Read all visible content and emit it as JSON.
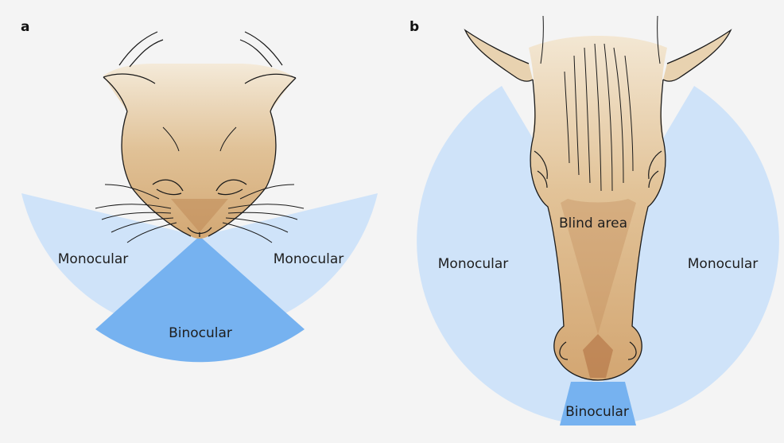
{
  "panel_a": {
    "letter": "a",
    "monocular_left": "Monocular",
    "monocular_right": "Monocular",
    "binocular": "Binocular"
  },
  "panel_b": {
    "letter": "b",
    "monocular_left": "Monocular",
    "monocular_right": "Monocular",
    "binocular": "Binocular",
    "blind_area": "Blind area"
  },
  "colors": {
    "background": "#f4f4f4",
    "monocular_field": "#cfe3f9",
    "binocular_field": "#76b2f0",
    "animal_fur": "#d7b487",
    "blind_area_shade": "#c08a58",
    "outline": "#1a1a1a"
  }
}
